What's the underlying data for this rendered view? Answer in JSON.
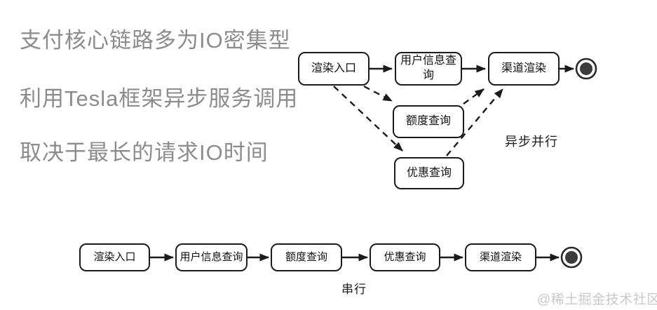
{
  "notes": {
    "lines": [
      "支付核心链路多为IO密集型",
      "利用Tesla框架异步服务调用",
      "取决于最长的请求IO时间"
    ]
  },
  "async_diagram": {
    "label": "异步并行",
    "nodes": {
      "entry": "渲染入口",
      "user_info": "用户信息查询",
      "quota": "额度查询",
      "coupon": "优惠查询",
      "channel": "渠道渲染"
    },
    "solid_edges": [
      "渲染入口→用户信息查询",
      "用户信息查询→渠道渲染",
      "渠道渲染→终点"
    ],
    "dashed_edges": [
      "渲染入口⇢额度查询",
      "渲染入口⇢优惠查询",
      "额度查询⇢渠道渲染",
      "优惠查询⇢渠道渲染"
    ]
  },
  "serial_diagram": {
    "label": "串行",
    "nodes": [
      "渲染入口",
      "用户信息查询",
      "额度查询",
      "优惠查询",
      "渠道渲染"
    ],
    "edges": [
      "渲染入口→用户信息查询",
      "用户信息查询→额度查询",
      "额度查询→优惠查询",
      "优惠查询→渠道渲染",
      "渠道渲染→终点"
    ]
  },
  "watermark": "@稀土掘金技术社区",
  "colors": {
    "background": "#ffffff",
    "note_text": "#8c8c8c",
    "diagram_stroke": "#1b1b1b",
    "node_text": "#111111",
    "end_node_fill": "#3c3c3c",
    "watermark": "#c9c9c9"
  }
}
